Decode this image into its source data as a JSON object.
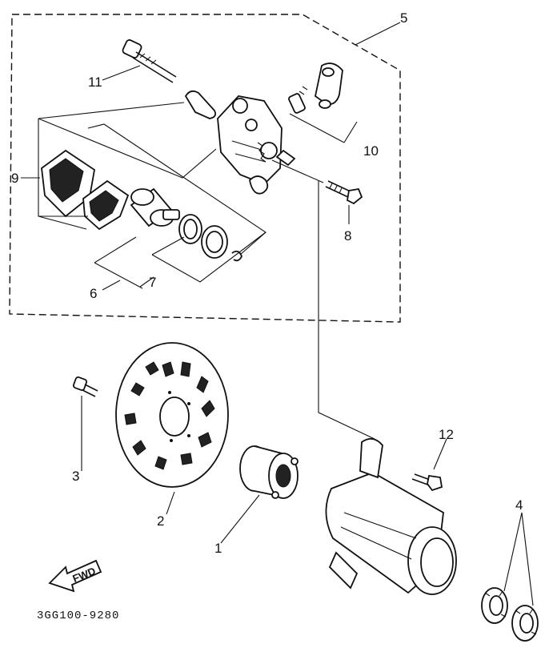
{
  "callouts": {
    "c1": "1",
    "c2": "2",
    "c3": "3",
    "c4": "4",
    "c5": "5",
    "c6": "6",
    "c7": "7",
    "c8": "8",
    "c9": "9",
    "c10": "10",
    "c11": "11",
    "c12": "12"
  },
  "fwd_label": "FWD",
  "diagram_code": "3GG100-9280"
}
